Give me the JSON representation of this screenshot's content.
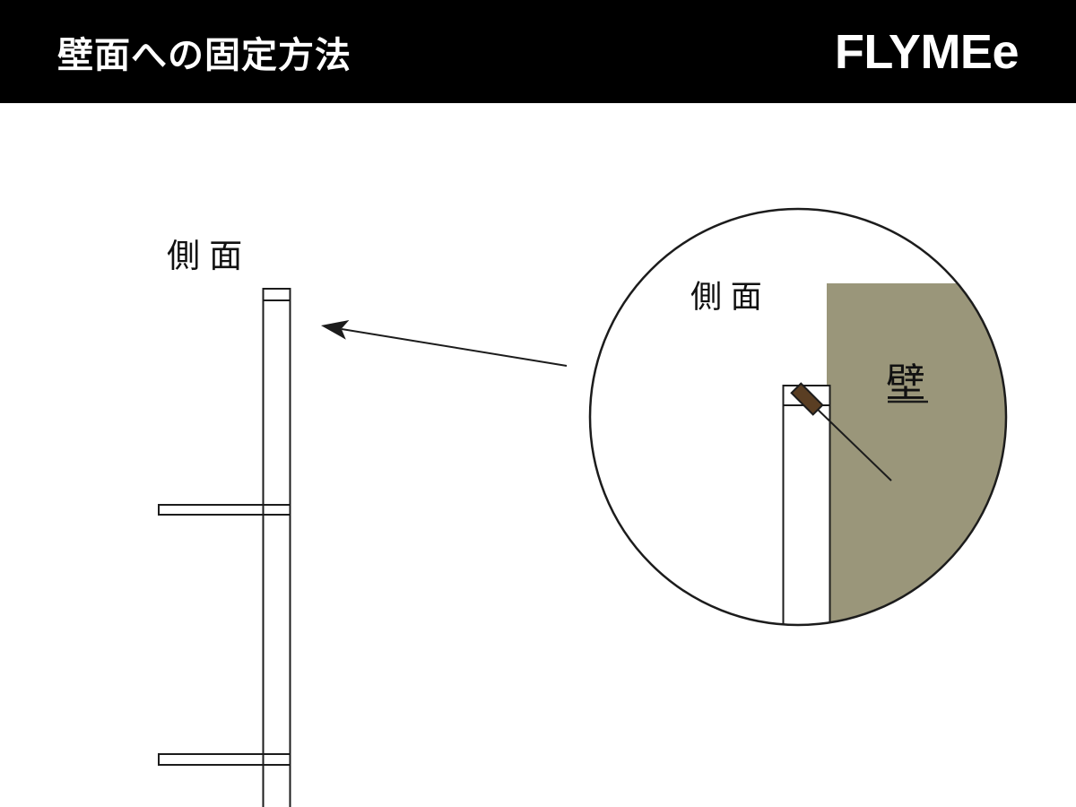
{
  "header": {
    "title": "壁面への固定方法",
    "logo": "FLYMEe"
  },
  "labels": {
    "side_view_left": "側 面",
    "side_view_detail": "側 面",
    "wall": "壁"
  },
  "colors": {
    "header_bg": "#000000",
    "header_text": "#ffffff",
    "wall_fill": "#9a967a",
    "fastener_fill": "#5a3e23",
    "line": "#1c1c1c"
  }
}
